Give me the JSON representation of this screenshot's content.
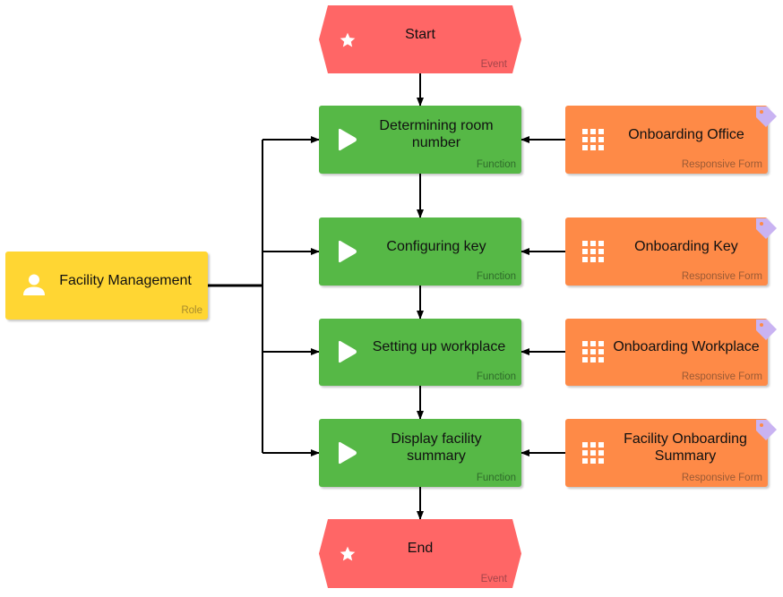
{
  "nodes": {
    "start": {
      "label": "Start",
      "type": "Event",
      "icon": "star-icon"
    },
    "fn1": {
      "label": "Determining room number",
      "type": "Function",
      "icon": "play-icon"
    },
    "fn2": {
      "label": "Configuring key",
      "type": "Function",
      "icon": "play-icon"
    },
    "fn3": {
      "label": "Setting up workplace",
      "type": "Function",
      "icon": "play-icon"
    },
    "fn4": {
      "label": "Display facility summary",
      "type": "Function",
      "icon": "play-icon"
    },
    "end": {
      "label": "End",
      "type": "Event",
      "icon": "star-icon"
    },
    "form1": {
      "label": "Onboarding Office",
      "type": "Responsive Form",
      "icon": "grid-icon"
    },
    "form2": {
      "label": "Onboarding Key",
      "type": "Responsive Form",
      "icon": "grid-icon"
    },
    "form3": {
      "label": "Onboarding Workplace",
      "type": "Responsive Form",
      "icon": "grid-icon"
    },
    "form4": {
      "label": "Facility Onboarding Summary",
      "type": "Responsive Form",
      "icon": "grid-icon"
    },
    "role": {
      "label": "Facility Management",
      "type": "Role",
      "icon": "person-icon"
    }
  },
  "edges": [
    {
      "from": "start",
      "to": "fn1"
    },
    {
      "from": "fn1",
      "to": "fn2"
    },
    {
      "from": "fn2",
      "to": "fn3"
    },
    {
      "from": "fn3",
      "to": "fn4"
    },
    {
      "from": "fn4",
      "to": "end"
    },
    {
      "from": "form1",
      "to": "fn1"
    },
    {
      "from": "form2",
      "to": "fn2"
    },
    {
      "from": "form3",
      "to": "fn3"
    },
    {
      "from": "form4",
      "to": "fn4"
    },
    {
      "from": "role",
      "to": "fn1"
    },
    {
      "from": "role",
      "to": "fn2"
    },
    {
      "from": "role",
      "to": "fn3"
    },
    {
      "from": "role",
      "to": "fn4"
    }
  ],
  "colors": {
    "event": "#ff6666",
    "function": "#56b846",
    "form": "#fe8a47",
    "role": "#ffd633",
    "tag": "#c9b3f2",
    "edge": "#000000"
  }
}
